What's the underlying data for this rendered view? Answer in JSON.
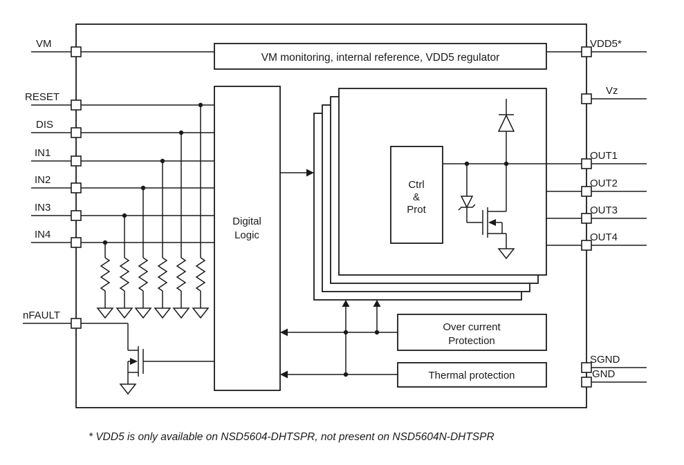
{
  "pins": {
    "left": [
      "VM",
      "RESET",
      "DIS",
      "IN1",
      "IN2",
      "IN3",
      "IN4",
      "nFAULT"
    ],
    "right": [
      "VDD5*",
      "Vz",
      "OUT1",
      "OUT2",
      "OUT3",
      "OUT4",
      "SGND",
      "GND"
    ]
  },
  "blocks": {
    "vm_monitor": "VM monitoring, internal reference, VDD5 regulator",
    "digital_logic": [
      "Digital",
      "Logic"
    ],
    "ctrl_prot": [
      "Ctrl",
      "&",
      "Prot"
    ],
    "over_current": [
      "Over current",
      "Protection"
    ],
    "thermal": "Thermal protection"
  },
  "footnote": "* VDD5 is only available on NSD5604-DHTSPR, not present on NSD5604N-DHTSPR",
  "colors": {
    "line": "#1a1a1a",
    "background": "#ffffff"
  }
}
